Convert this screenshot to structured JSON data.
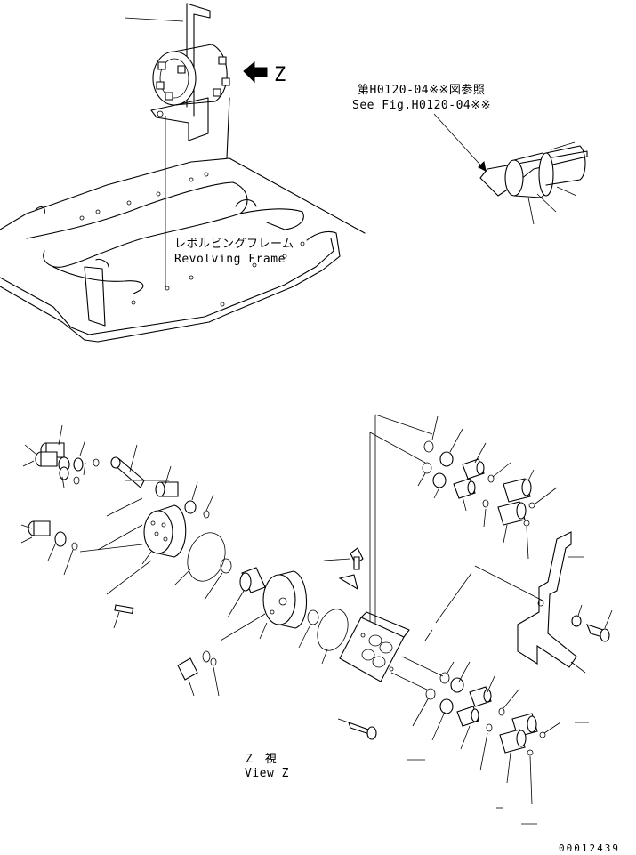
{
  "labels": {
    "z_arrow": "Z",
    "ref_ja": "第H0120-04※※図参照",
    "ref_en": "See Fig.H0120-04※※",
    "frame_ja": "レボルビングフレーム",
    "frame_en": "Revolving Frame",
    "view_ja": "Z　視",
    "view_en": "View Z",
    "drawing_number": "00012439"
  },
  "colors": {
    "line": "#000000",
    "background": "#ffffff"
  }
}
